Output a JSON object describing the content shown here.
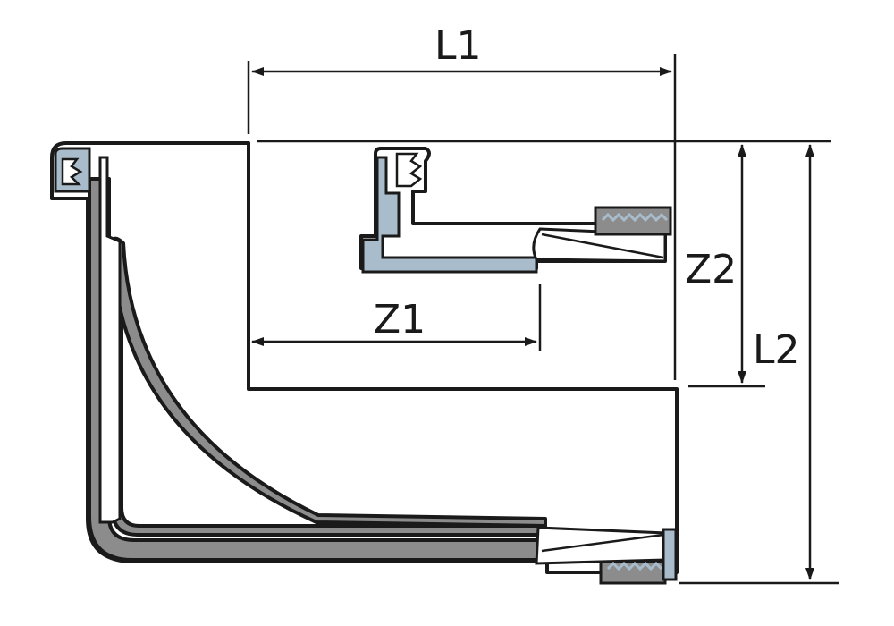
{
  "dimensions": {
    "L1": "L1",
    "L2": "L2",
    "Z1": "Z1",
    "Z2": "Z2"
  },
  "colors": {
    "outline": "#1a1a1a",
    "pipe_gray": "#8c8c8c",
    "seal_blue": "#a9bccb",
    "background": "#ffffff"
  }
}
